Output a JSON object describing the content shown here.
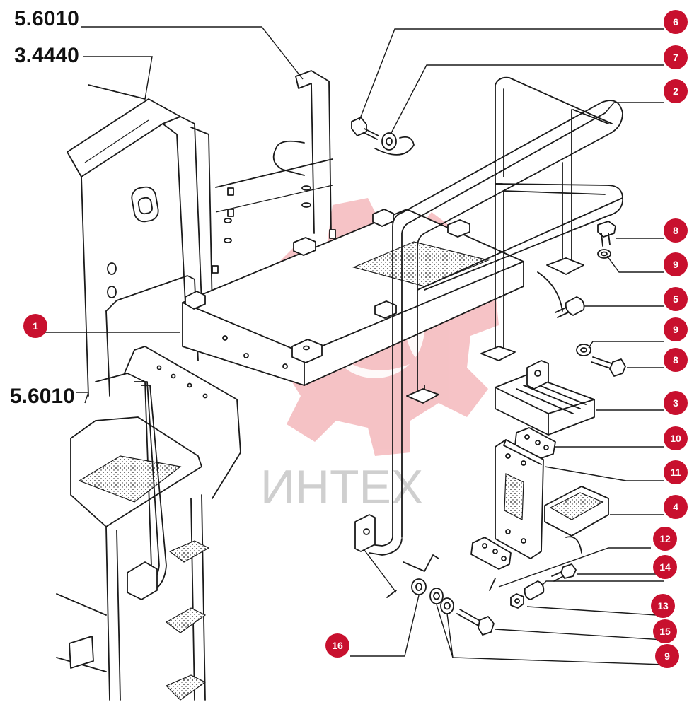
{
  "references": [
    {
      "id": "ref-top-1",
      "text": "5.6010"
    },
    {
      "id": "ref-top-2",
      "text": "3.4440"
    },
    {
      "id": "ref-left",
      "text": "5.6010"
    }
  ],
  "callouts": [
    {
      "id": "c6",
      "number": "6"
    },
    {
      "id": "c7",
      "number": "7"
    },
    {
      "id": "c2",
      "number": "2"
    },
    {
      "id": "c8a",
      "number": "8"
    },
    {
      "id": "c9a",
      "number": "9"
    },
    {
      "id": "c5",
      "number": "5"
    },
    {
      "id": "c9b",
      "number": "9"
    },
    {
      "id": "c8b",
      "number": "8"
    },
    {
      "id": "c1",
      "number": "1"
    },
    {
      "id": "c3",
      "number": "3"
    },
    {
      "id": "c10",
      "number": "10"
    },
    {
      "id": "c11",
      "number": "11"
    },
    {
      "id": "c4",
      "number": "4"
    },
    {
      "id": "c12",
      "number": "12"
    },
    {
      "id": "c14",
      "number": "14"
    },
    {
      "id": "c13",
      "number": "13"
    },
    {
      "id": "c15",
      "number": "15"
    },
    {
      "id": "c16",
      "number": "16"
    },
    {
      "id": "c9c",
      "number": "9"
    }
  ],
  "watermark": {
    "text": "ИНТЕХ",
    "logo_color": "#f4b8bc",
    "text_color": "#cfcfcf"
  },
  "colors": {
    "callout_fill": "#c8102e",
    "line": "#1a1a1a",
    "background": "#ffffff"
  }
}
